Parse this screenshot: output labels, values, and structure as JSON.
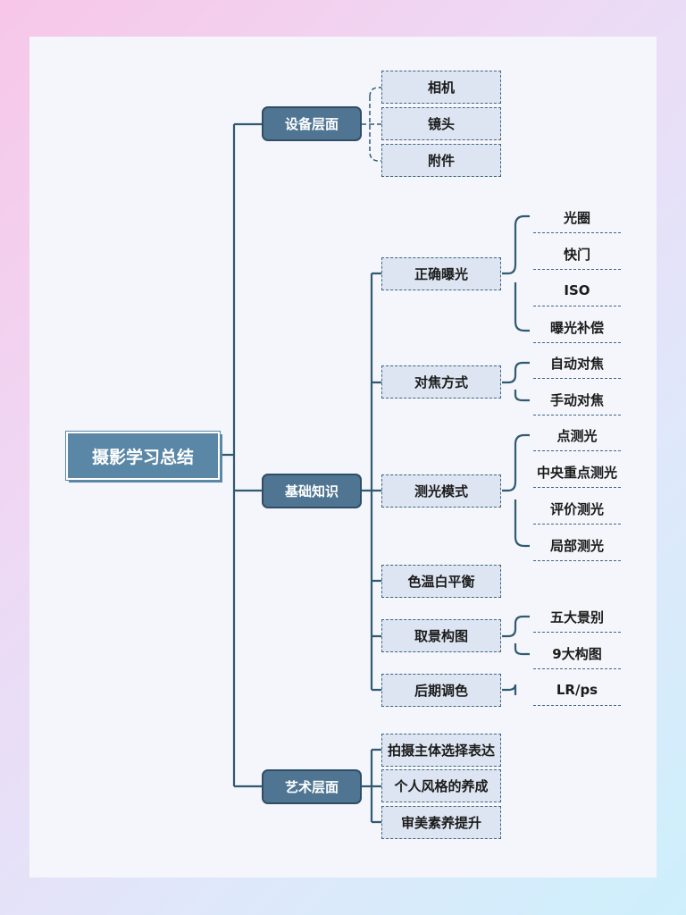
{
  "root": {
    "title": "摄影学习总结"
  },
  "branches": [
    {
      "label": "设备层面",
      "children": [
        {
          "label": "相机"
        },
        {
          "label": "镜头"
        },
        {
          "label": "附件"
        }
      ]
    },
    {
      "label": "基础知识",
      "children": [
        {
          "label": "正确曝光",
          "leaves": [
            "光圈",
            "快门",
            "ISO",
            "曝光补偿"
          ]
        },
        {
          "label": "对焦方式",
          "leaves": [
            "自动对焦",
            "手动对焦"
          ]
        },
        {
          "label": "测光模式",
          "leaves": [
            "点测光",
            "中央重点测光",
            "评价测光",
            "局部测光"
          ]
        },
        {
          "label": "色温白平衡"
        },
        {
          "label": "取景构图",
          "leaves": [
            "五大景别",
            "9大构图"
          ]
        },
        {
          "label": "后期调色",
          "leaves": [
            "LR/ps"
          ]
        }
      ]
    },
    {
      "label": "艺术层面",
      "children": [
        {
          "label": "拍摄主体选择表达"
        },
        {
          "label": "个人风格的养成"
        },
        {
          "label": "审美素养提升"
        }
      ]
    }
  ]
}
